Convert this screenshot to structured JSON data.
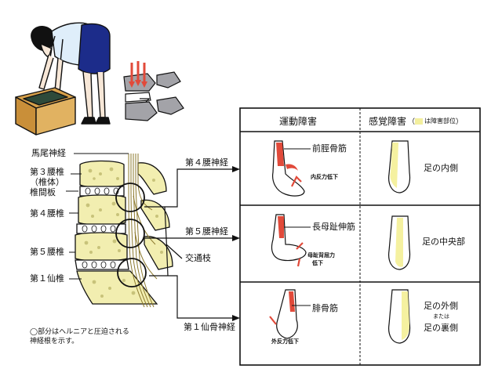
{
  "colors": {
    "bone": "#f2eeb0",
    "bone_dark": "#c8c37a",
    "disc": "#ffffff",
    "nerve": "#c9b865",
    "muscle": "#e14a3a",
    "sensory": "#f5f1a0",
    "outline": "#111111",
    "gray_bone": "#a3a3a8"
  },
  "anatomy_labels": {
    "cauda_equina": "馬尾神経",
    "l3": "第３腰椎",
    "l3_sub": "（椎体）",
    "disc": "椎間板",
    "l4": "第４腰椎",
    "l5": "第５腰椎",
    "s1": "第１仙椎",
    "communicating_branch": "交通枝"
  },
  "nerve_labels": {
    "l4_nerve": "第４腰神経",
    "l5_nerve": "第５腰神経",
    "s1_nerve": "第１仙骨神経"
  },
  "note": {
    "line1": "◯部分はヘルニアと圧迫される",
    "line2": "神経根を示す。"
  },
  "table": {
    "header_motor": "運動障害",
    "header_sensory": "感覚障害",
    "header_legend": "は障害部位",
    "header_legend_open": "（",
    "header_legend_close": "）",
    "rows": [
      {
        "muscle": "前脛骨筋",
        "reflex": "内反力低下",
        "sensory_area": "足の内側",
        "sensory_extra": "",
        "sensory_area2": ""
      },
      {
        "muscle": "長母趾伸筋",
        "reflex": "母趾背屈力",
        "reflex2": "低下",
        "sensory_area": "足の中央部",
        "sensory_extra": "",
        "sensory_area2": ""
      },
      {
        "muscle": "腓骨筋",
        "reflex": "外反力低下",
        "sensory_area": "足の外側",
        "sensory_extra": "または",
        "sensory_area2": "足の裏側"
      }
    ]
  }
}
